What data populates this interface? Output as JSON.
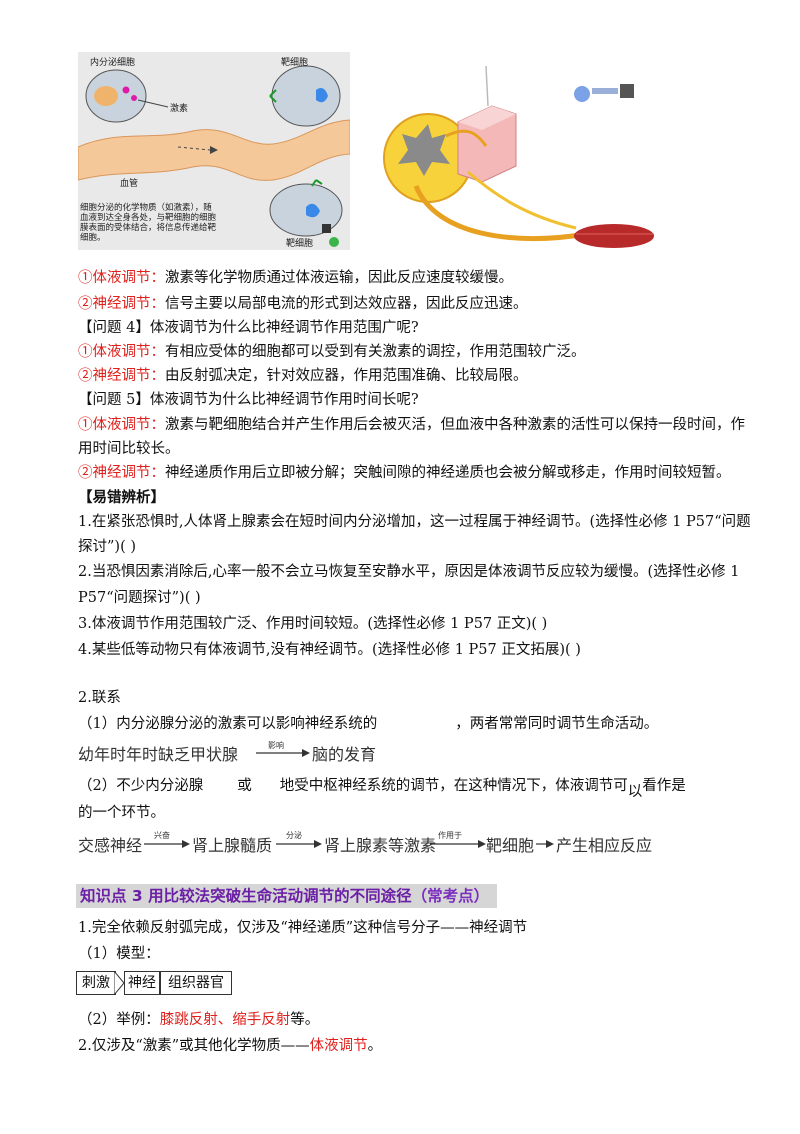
{
  "figure_left": {
    "label_endocrine": "内分泌细胞",
    "label_target_top": "靶细胞",
    "label_hormone": "激素",
    "label_vessel": "血管",
    "caption_lines": [
      "细胞分泌的化学物质（如激素），随",
      "血液到达全身各处，与靶细胞的细胞",
      "膜表面的受体结合，将信息传递给靶",
      "细胞。"
    ],
    "label_target_bottom": "靶细胞"
  },
  "comparison_speed": {
    "humoral_label": "①体液调节：",
    "humoral_text": "激素等化学物质通过体液运输，因此反应速度较缓慢。",
    "neural_label": "②神经调节：",
    "neural_text": "信号主要以局部电流的形式到达效应器，因此反应迅速。"
  },
  "q4": {
    "title": "【问题 4】体液调节为什么比神经调节作用范围广呢?",
    "humoral_label": "①体液调节：",
    "humoral_text": "有相应受体的细胞都可以受到有关激素的调控，作用范围较广泛。",
    "neural_label": "②神经调节：",
    "neural_text": "由反射弧决定，针对效应器，作用范围准确、比较局限。"
  },
  "q5": {
    "title": "【问题 5】体液调节为什么比神经调节作用时间长呢?",
    "humoral_label": "①体液调节：",
    "humoral_text_1": "激素与靶细胞结合并产生作用后会被灭活，但血液中各种激素的活性可以保持一段时间，作",
    "humoral_text_2": "用时间比较长。",
    "neural_label": "②神经调节：",
    "neural_text": "神经递质作用后立即被分解；突触间隙的神经递质也会被分解或移走，作用时间较短暂。"
  },
  "errors": {
    "title": "【易错辨析】",
    "item1_a": "1.在紧张恐惧时,人体肾上腺素会在短时间内分泌增加，这一过程属于神经调节。(选择性必修 1 P57“问题",
    "item1_b": "探讨”)(            )",
    "item2_a": "2.当恐惧因素消除后,心率一般不会立马恢复至安静水平，原因是体液调节反应较为缓慢。(选择性必修 1",
    "item2_b": "P57“问题探讨”)(            )",
    "item3": "3.体液调节作用范围较广泛、作用时间较短。(选择性必修 1 P57 正文)(            )",
    "item4": "4.某些低等动物只有体液调节,没有神经调节。(选择性必修 1 P57 正文拓展)(              )"
  },
  "relation": {
    "title": "2.联系",
    "p1_a": "（1）内分泌腺分泌的激素可以影响神经系统的",
    "p1_b": "，两者常常同时调节生命活动。",
    "flow1": {
      "from": "幼年时年时缺乏甲状腺",
      "label": "影响",
      "to": "脑的发育"
    },
    "p2_a": "（2）不少内分泌腺",
    "p2_b": "或",
    "p2_c": "地受中枢神经系统的调节，在这种情况下，体液调节可",
    "p2_d": "以",
    "p2_e": "看作是",
    "p2_f": "的一个环节。",
    "flow2": {
      "n1": "交感神经",
      "l1": "兴奋",
      "n2": "肾上腺髓质",
      "l2": "分泌",
      "n3": "肾上腺素等激素",
      "l3": "作用于",
      "n4": "靶细胞",
      "n5": "产生相应反应"
    }
  },
  "kp3": {
    "heading": "知识点 3  用比较法突破生命活动调节的不同途径",
    "heading_tag": "（常考点）",
    "item1": "1.完全依赖反射弧完成，仅涉及“神经递质”这种信号分子——神经调节",
    "model_title": "（1）模型：",
    "model": [
      "刺激",
      "神经",
      "组织器官"
    ],
    "example_prefix": "（2）举例：",
    "example_red": "膝跳反射、缩手反射",
    "example_suffix": "等。",
    "item2_prefix": "2.仅涉及“激素”或其他化学物质——",
    "item2_red": "体液调节",
    "item2_suffix": "。"
  },
  "colors": {
    "accent_red": "#e0201c",
    "heading_purple": "#6b1fa6",
    "heading_bg": "#d6d6d6"
  }
}
